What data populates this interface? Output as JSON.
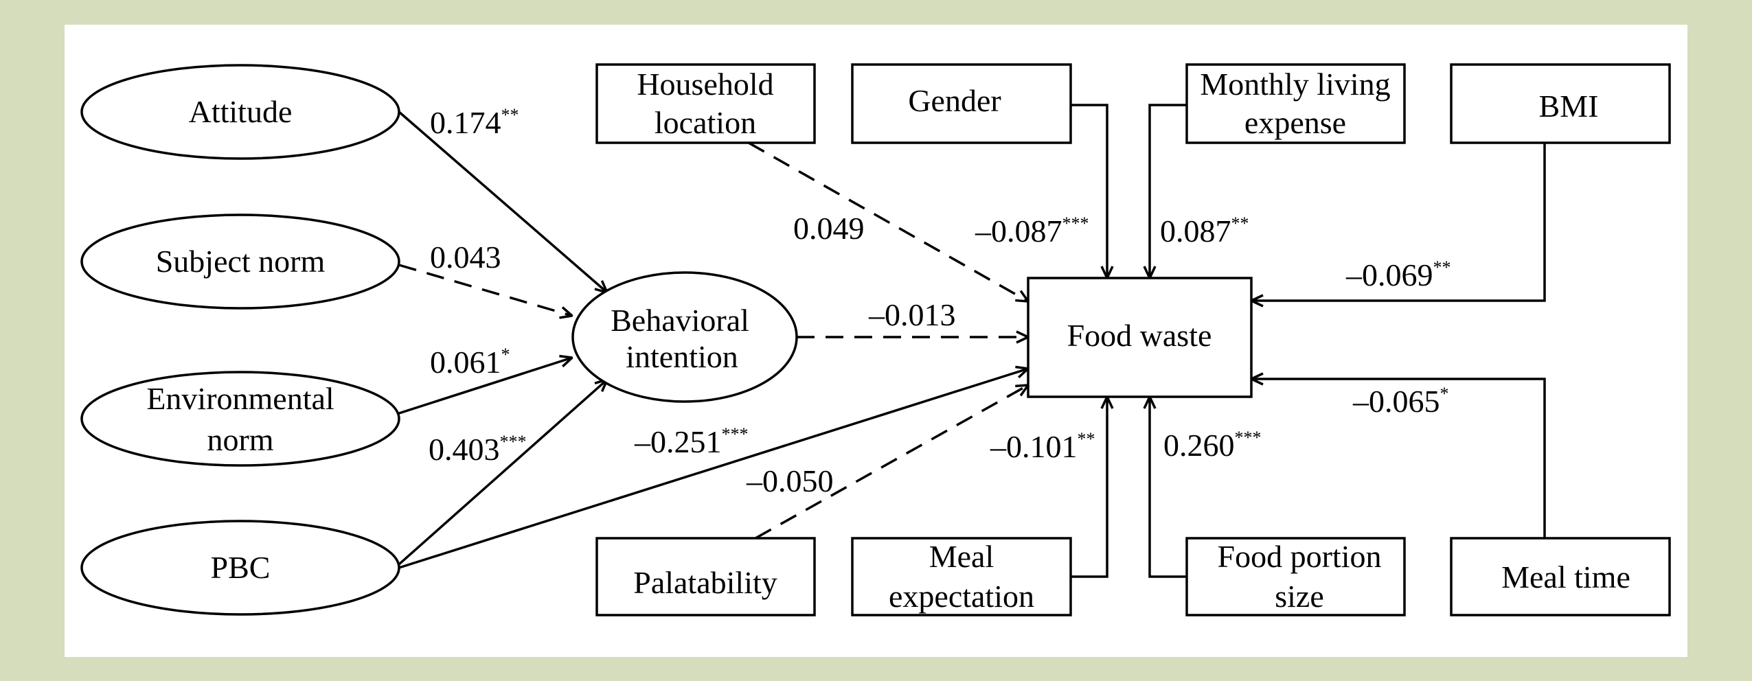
{
  "colors": {
    "background": "#d6ddbc",
    "panel": "#ffffff",
    "ink": "#000000"
  },
  "nodes": {
    "attitude": "Attitude",
    "subject_norm": "Subject norm",
    "environmental_norm": [
      "Environmental",
      "norm"
    ],
    "pbc": "PBC",
    "behavioral_intention": [
      "Behavioral",
      "intention"
    ],
    "food_waste": "Food waste",
    "household_location": [
      "Household",
      "location"
    ],
    "gender": "Gender",
    "monthly_living_expense": [
      "Monthly living",
      "expense"
    ],
    "bmi": "BMI",
    "palatability": "Palatability",
    "meal_expectation": [
      "Meal",
      "expectation"
    ],
    "food_portion_size": [
      "Food portion",
      "size"
    ],
    "meal_time": "Meal time"
  },
  "edges": {
    "attitude_bi": {
      "value": "0.174",
      "sig": "**",
      "significant": true
    },
    "subject_bi": {
      "value": "0.043",
      "sig": "",
      "significant": false
    },
    "env_bi": {
      "value": "0.061",
      "sig": "*",
      "significant": true
    },
    "pbc_bi": {
      "value": "0.403",
      "sig": "***",
      "significant": true
    },
    "household_fw": {
      "value": "0.049",
      "sig": "",
      "significant": false
    },
    "gender_fw": {
      "value": "–0.087",
      "sig": "***",
      "significant": true
    },
    "expense_fw": {
      "value": "0.087",
      "sig": "**",
      "significant": true
    },
    "bmi_fw": {
      "value": "–0.069",
      "sig": "**",
      "significant": true
    },
    "bi_fw": {
      "value": "–0.013",
      "sig": "",
      "significant": false
    },
    "pbc_fw": {
      "value": "–0.251",
      "sig": "***",
      "significant": true
    },
    "palatability_fw": {
      "value": "–0.050",
      "sig": "",
      "significant": false
    },
    "expectation_fw": {
      "value": "–0.101",
      "sig": "**",
      "significant": true
    },
    "portion_fw": {
      "value": "0.260",
      "sig": "***",
      "significant": true
    },
    "mealtime_fw": {
      "value": "–0.065",
      "sig": "*",
      "significant": true
    }
  }
}
